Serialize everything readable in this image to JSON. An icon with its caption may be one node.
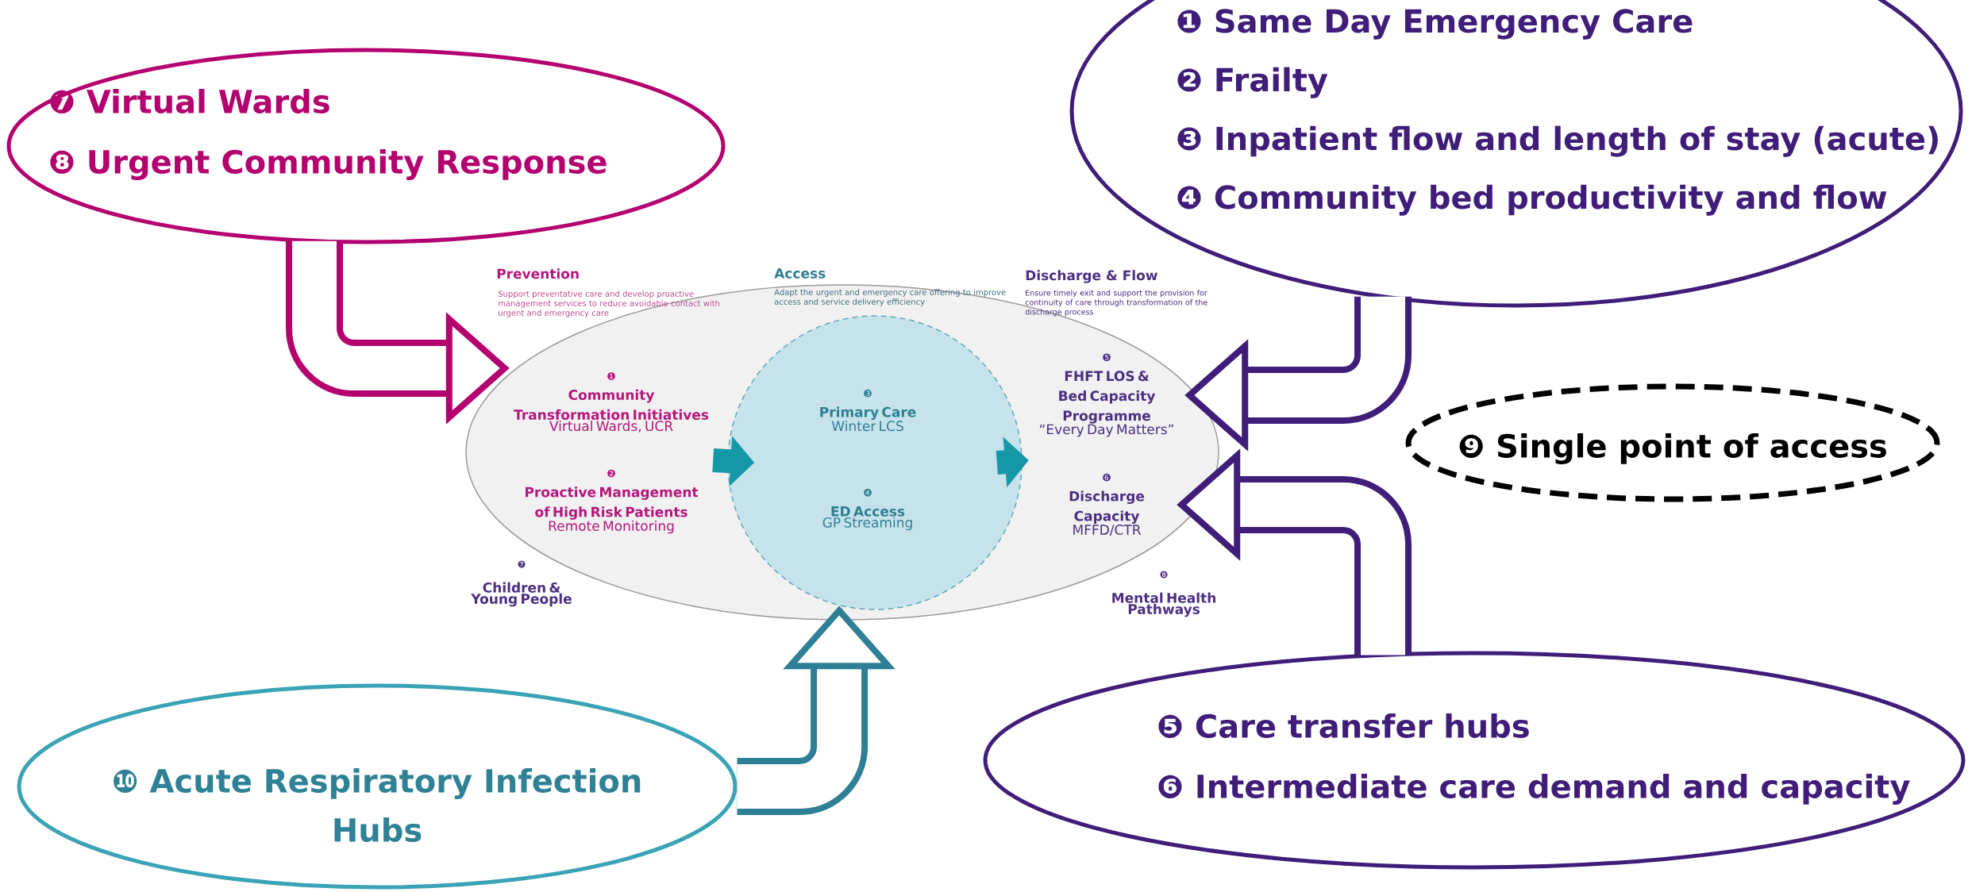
{
  "diagram": {
    "nodes": [
      {
        "text": [
          "❼ Virtual Wards",
          "❽ Urgent Community Response"
        ]
      },
      {
        "text": [
          "❶ Same Day Emergency Care",
          "❷ Frailty",
          "❸ Inpatient flow and length of stay (acute)",
          "❹ Community bed productivity and flow"
        ]
      },
      {
        "text": [],
        "shape": "ellipse"
      },
      {
        "text": [
          "❶",
          "Community Transformation Initiatives",
          "Virtual Wards, UCR"
        ],
        "in": 2
      },
      {
        "text": [
          "❷",
          "Proactive Management of High Risk Patients",
          "Remote Monitoring"
        ],
        "in": 2
      },
      {
        "text": [],
        "shape": "circle",
        "in": 2
      },
      {
        "text": [
          "❸",
          "Primary Care",
          "Winter LCS"
        ],
        "in": 5
      },
      {
        "text": [
          "❹",
          "ED Access",
          "GP Streaming"
        ],
        "in": 5
      },
      {
        "text": [
          "❺",
          "FHFT LOS & Bed Capacity Programme",
          "“Every Day Matters”"
        ],
        "in": 2
      },
      {
        "text": [
          "❻",
          "Discharge Capacity",
          "MFFD/CTR"
        ],
        "in": 2
      },
      {
        "text": [
          "❾ Single point of access"
        ]
      },
      {
        "text": [
          "❿ Acute Respiratory Infection Hubs"
        ]
      },
      {
        "text": [
          "❺ Care transfer hubs",
          "❻ Intermediate care demand and capacity"
        ]
      }
    ],
    "edges": [
      {
        "from": 0,
        "to": 3,
        "arrow": "to",
        "color": "#b4006f"
      },
      {
        "from": 1,
        "to": 8,
        "arrow": "to",
        "color": "#3f1d78"
      },
      {
        "from": 12,
        "to": 9,
        "arrow": "to",
        "color": "#3f1d78"
      },
      {
        "from": 11,
        "to": 5,
        "arrow": "to",
        "color": "#2f7f96"
      },
      {
        "from": 4,
        "to": 5,
        "arrow": "to",
        "color": "#1598a6"
      },
      {
        "from": 5,
        "to": 8,
        "arrow": "to",
        "color": "#1598a6"
      }
    ],
    "labels": [
      "Prevention",
      "Support preventative care and develop proactive management services to reduce avoidable contact with urgent and emergency care",
      "Access",
      "Adapt the urgent and emergency care offering to improve access and service delivery efficiency",
      "Discharge & Flow",
      "Ensure timely exit and support the provision for continuity of care through transformation of the discharge process",
      "❼",
      "Children & Young People",
      "❽",
      "Mental Health Pathways"
    ]
  }
}
